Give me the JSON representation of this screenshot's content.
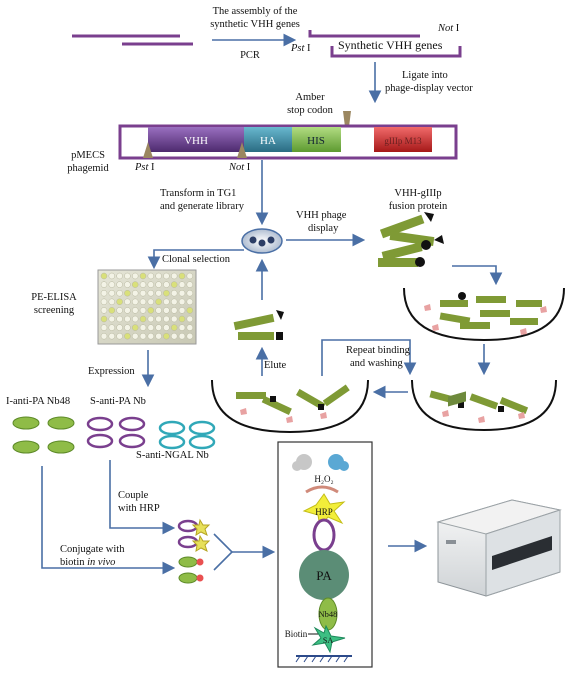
{
  "assembly": {
    "title_line1": "The assembly of the",
    "title_line2": "synthetic VHH genes",
    "pcr": "PCR",
    "gene_box": "Synthetic VHH genes",
    "not_site": "Not",
    "not_suffix": "I",
    "pst_site": "Pst",
    "pst_suffix": "I",
    "ligate_line1": "Ligate into",
    "ligate_line2": "phage-display vector"
  },
  "phagemid": {
    "amber_line1": "Amber",
    "amber_line2": "stop codon",
    "label_line1": "pMECS",
    "label_line2": "phagemid",
    "seg_vhh": "VHH",
    "seg_ha": "HA",
    "seg_his": "HIS",
    "seg_g3": "gIIIp M13",
    "pst_site": "Pst",
    "pst_suffix": "I",
    "not_site": "Not",
    "not_suffix": "I"
  },
  "library": {
    "transform_line1": "Transform in TG1",
    "transform_line2": "and generate library",
    "fusion_line1": "VHH-gIIIp",
    "fusion_line2": "fusion protein",
    "display_line1": "VHH phage",
    "display_line2": "display",
    "clonal": "Clonal selection",
    "screen_line1": "PE-ELISA",
    "screen_line2": "screening",
    "elute": "Elute",
    "repeat_line1": "Repeat binding",
    "repeat_line2": "and washing",
    "expression": "Expression"
  },
  "nanobodies": {
    "nb1": "I-anti-PA Nb48",
    "nb2": "S-anti-PA Nb",
    "nb3": "S-anti-NGAL Nb",
    "couple_line1": "Couple",
    "couple_line2": "with HRP",
    "conj_line1": "Conjugate with",
    "conj_line2_a": "biotin ",
    "conj_line2_b": "in vivo"
  },
  "assay": {
    "h2o2": "H₂O₂",
    "hrp": "HRP",
    "pa": "PA",
    "nb48": "Nb48",
    "biotin": "Biotin",
    "sa": "SA"
  },
  "colors": {
    "vector_line": "#7a3f8e",
    "arrow": "#4a6fa5",
    "vhh": "#6a3b8e",
    "ha": "#3f8fa8",
    "his": "#7ab548",
    "g3": "#cc2f2f",
    "nanobody": "#7f9a35",
    "pa_circle": "#5b8d76"
  }
}
